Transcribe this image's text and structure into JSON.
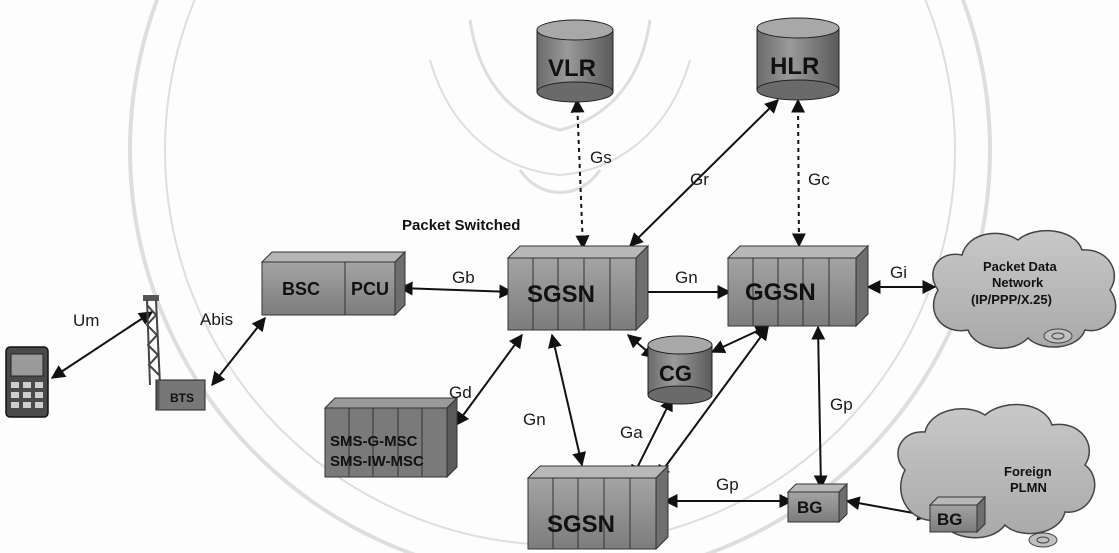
{
  "diagram": {
    "section_label": "Packet Switched",
    "nodes": {
      "vlr": "VLR",
      "hlr": "HLR",
      "bsc": "BSC",
      "pcu": "PCU",
      "sgsn_main": "SGSN",
      "ggsn": "GGSN",
      "cg": "CG",
      "sms_line1": "SMS-G-MSC",
      "sms_line2": "SMS-IW-MSC",
      "sgsn_second": "SGSN",
      "bg_home": "BG",
      "bg_foreign": "BG",
      "bts": "BTS"
    },
    "clouds": {
      "pdn_line1": "Packet Data",
      "pdn_line2": "Network",
      "pdn_line3": "(IP/PPP/X.25)",
      "foreign_line1": "Foreign",
      "foreign_line2": "PLMN"
    },
    "interfaces": {
      "um": "Um",
      "abis": "Abis",
      "gb": "Gb",
      "gs": "Gs",
      "gr": "Gr",
      "gc": "Gc",
      "gn_top": "Gn",
      "gi": "Gi",
      "gd": "Gd",
      "gn_bottom": "Gn",
      "ga": "Ga",
      "gp_right": "Gp",
      "gp_bottom": "Gp"
    }
  }
}
